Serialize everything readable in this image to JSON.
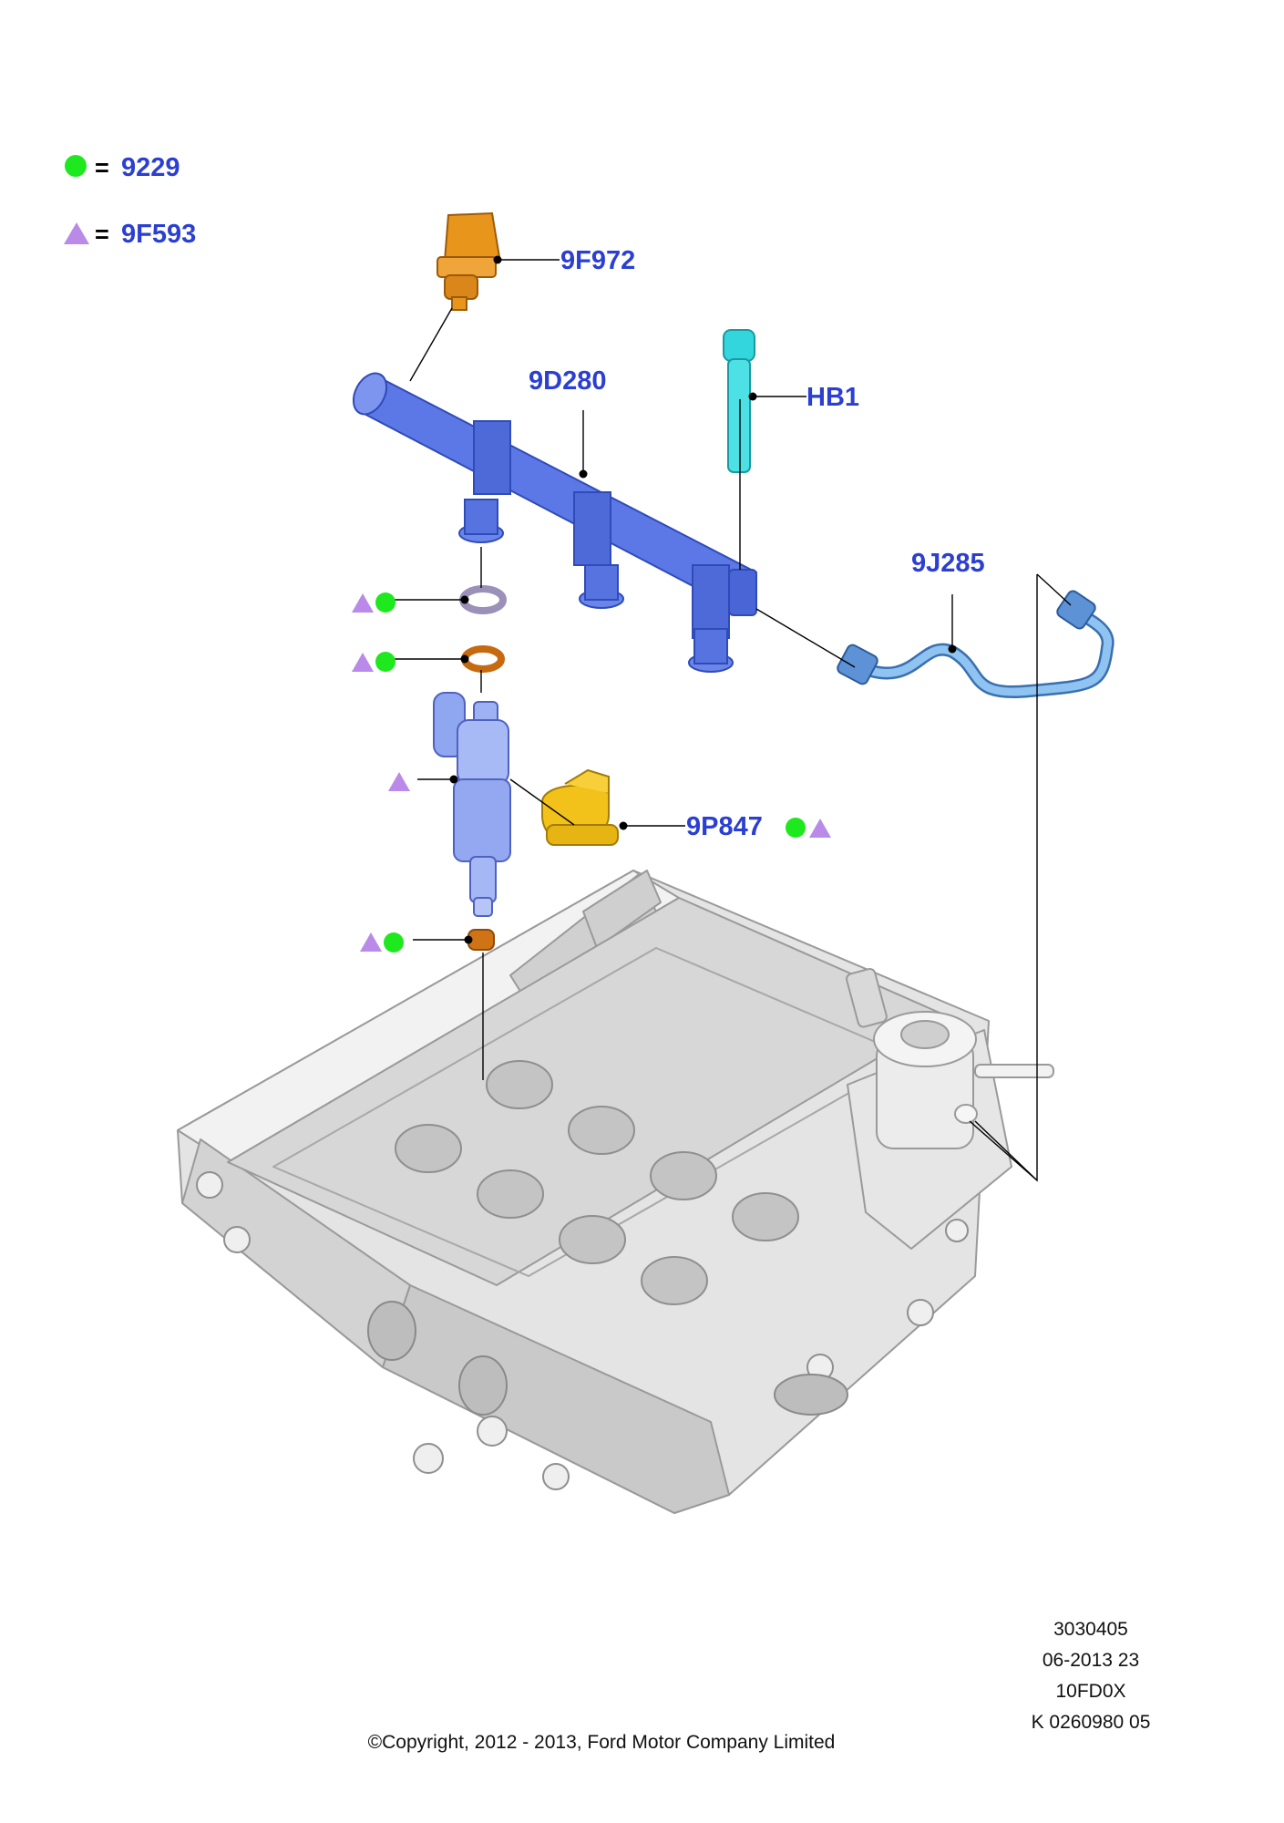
{
  "legend": [
    {
      "symbol": "green-circle",
      "eq": "=",
      "code": "9229"
    },
    {
      "symbol": "purple-triangle",
      "eq": "=",
      "code": "9F593"
    }
  ],
  "parts": {
    "sensor": "9F972",
    "rail": "9D280",
    "bolt": "HB1",
    "pipe": "9J285",
    "clip": "9P847"
  },
  "footer": {
    "line1": "3030405",
    "line2": "06-2013 23",
    "line3": "10FD0X",
    "line4": "K 0260980 05",
    "copyright": "©Copyright, 2012 - 2013, Ford Motor Company Limited"
  },
  "colors": {
    "label": "#2b3fd1",
    "green_marker": "#1ee81e",
    "purple_marker": "#b98ae8",
    "rail_blue": "#5b78e6",
    "bolt_cyan": "#33d6dc",
    "pipe_blue": "#7ab3ea",
    "orange_part": "#e8951c",
    "clip_yellow": "#f2c21a",
    "injector_blue": "#93a8f0",
    "engine_gray": "#dcdcdc"
  }
}
